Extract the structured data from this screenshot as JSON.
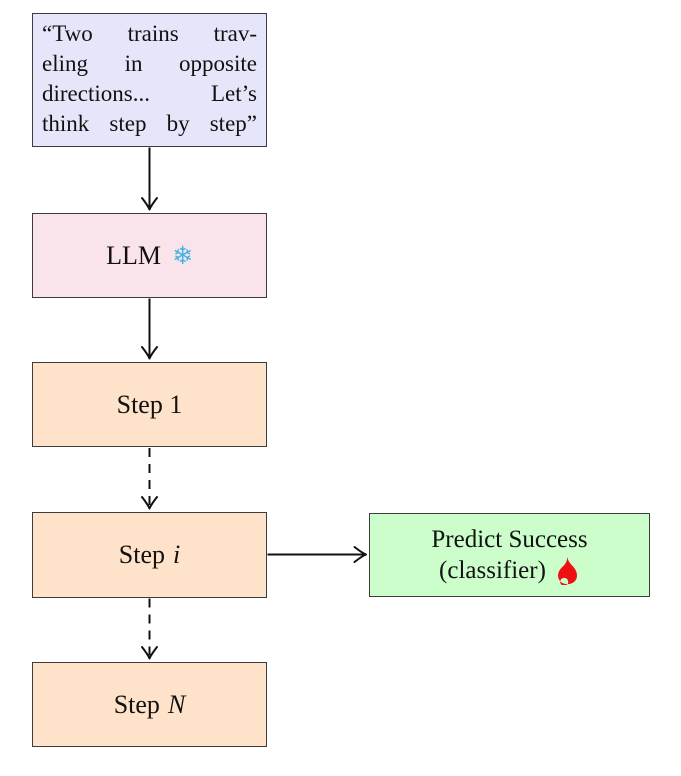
{
  "diagram": {
    "type": "flowchart",
    "background": "#ffffff",
    "colors": {
      "border": "#3c3c3c",
      "text": "#111111",
      "arrow": "#111111",
      "prompt_fill": "#e6e6fa",
      "llm_fill": "#fae4ec",
      "step_fill": "#fee3ca",
      "predict_fill": "#ccfecc",
      "snowflake_blue": "#45b4e2",
      "flame_red": "#ee1111"
    },
    "nodes": {
      "prompt": {
        "line1": "“Two trains trav-",
        "line2": "eling in opposite",
        "line3": "directions... Let’s",
        "line4": "think step by step”",
        "fill": "#e6e6fa"
      },
      "llm": {
        "label": "LLM",
        "icon": "snowflake",
        "icon_glyph": "❄",
        "fill": "#fae4ec"
      },
      "step1": {
        "label": "Step 1",
        "fill": "#fee3ca"
      },
      "step_i": {
        "prefix": "Step",
        "variable": "i",
        "fill": "#fee3ca"
      },
      "predict": {
        "line1": "Predict Success",
        "line2": "(classifier)",
        "icon": "flame",
        "fill": "#ccfecc"
      },
      "step_n": {
        "prefix": "Step",
        "variable": "N",
        "fill": "#fee3ca"
      }
    },
    "edges": [
      {
        "from": "prompt",
        "to": "llm",
        "style": "solid"
      },
      {
        "from": "llm",
        "to": "step1",
        "style": "solid"
      },
      {
        "from": "step1",
        "to": "step_i",
        "style": "dashed"
      },
      {
        "from": "step_i",
        "to": "predict",
        "style": "solid"
      },
      {
        "from": "step_i",
        "to": "step_n",
        "style": "dashed"
      }
    ]
  }
}
